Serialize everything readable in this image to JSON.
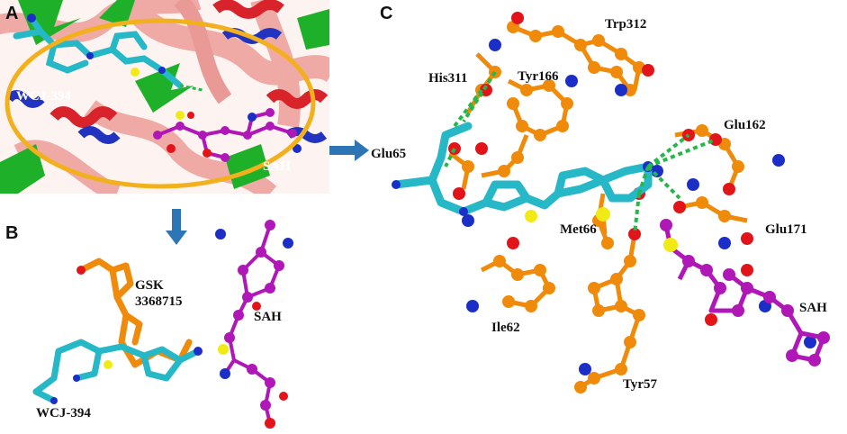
{
  "panels": {
    "a": {
      "label": "A",
      "ligand_label": "WCJ-394",
      "cofactor_label": "SAH"
    },
    "b": {
      "label": "B",
      "compound_label": "GSK 3368715",
      "ligand_label": "WCJ-394",
      "cofactor_label": "SAH"
    },
    "c": {
      "label": "C",
      "residues": [
        "Trp312",
        "His311",
        "Tyr166",
        "Glu162",
        "Glu65",
        "Met66",
        "Glu171",
        "Ile62",
        "SAH",
        "Tyr57"
      ]
    }
  },
  "colors": {
    "ligand_cyan": "#27b8c8",
    "cofactor_magenta": "#b017b7",
    "residue_orange": "#f08a0a",
    "nitrogen_blue": "#1b2ec8",
    "oxygen_red": "#e2141a",
    "sulfur_yellow": "#f2ea14",
    "hbond_green": "#22b84a",
    "ellipse_gold": "#f2b01c",
    "arrow_blue": "#2e75b6",
    "helix_red": "#d9232b",
    "sheet_green": "#1fb02a",
    "coil_pink": "#f0aaa6"
  },
  "icons": [
    "arrow-right-icon",
    "arrow-down-icon"
  ]
}
